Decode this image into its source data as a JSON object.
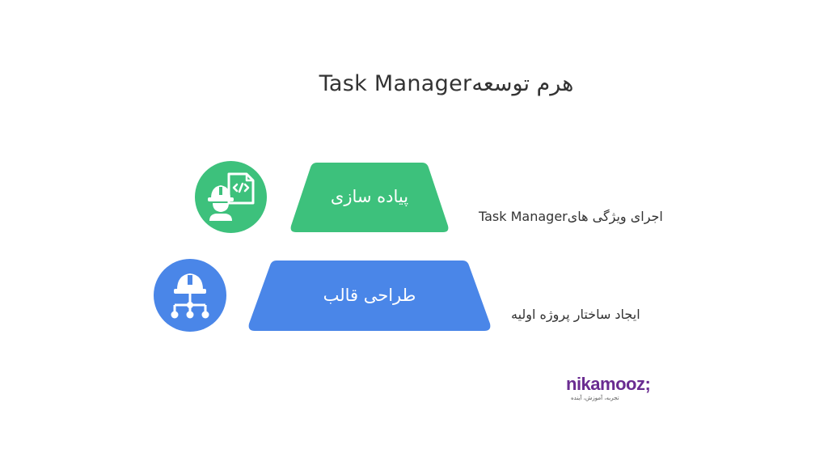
{
  "title": "هرم توسعهTask Manager",
  "tiers": [
    {
      "label": "پیاده سازی",
      "description": "اجرای ویژگی هایTask Manager",
      "color": "#3dc17c",
      "icon": "engineer-code-file-icon"
    },
    {
      "label": "طراحی قالب",
      "description": "ایجاد ساختار پروژه اولیه",
      "color": "#4a86e8",
      "icon": "hardhat-network-structure-icon"
    }
  ],
  "logo": {
    "name": "nikamooz;",
    "tagline": "تجربه، آموزش، آینده"
  }
}
